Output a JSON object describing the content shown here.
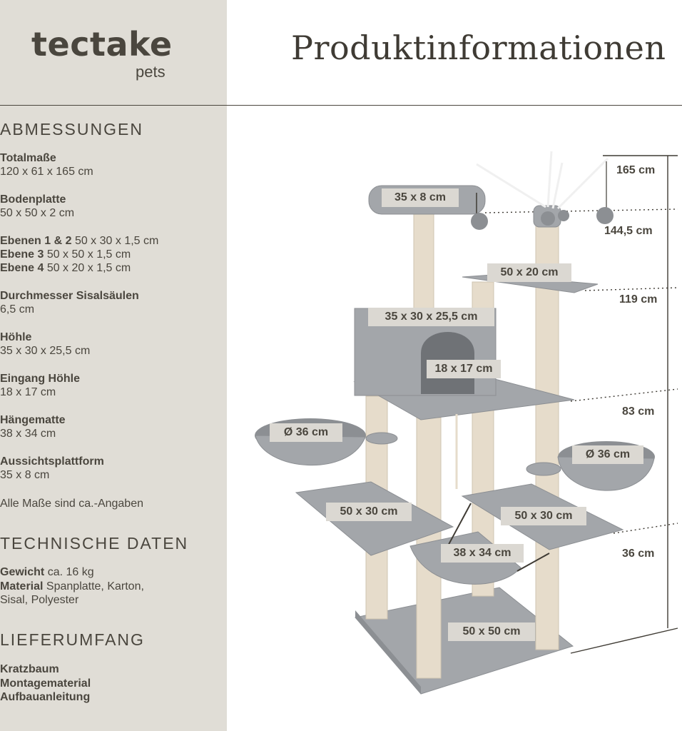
{
  "brand": {
    "name": "tectake",
    "sub": "pets"
  },
  "title": "Produktinformationen",
  "dimensions": {
    "heading": "ABMESSUNGEN",
    "total_label": "Totalmaße",
    "total_value": "120 x 61 x 165 cm",
    "base_label": "Bodenplatte",
    "base_value": "50 x 50 x 2 cm",
    "level12_label": "Ebenen 1 & 2",
    "level12_value": "50 x 30 x 1,5 cm",
    "level3_label": "Ebene 3",
    "level3_value": "50 x 50 x 1,5 cm",
    "level4_label": "Ebene 4",
    "level4_value": "50 x 20 x 1,5 cm",
    "post_label": "Durchmesser Sisalsäulen",
    "post_value": "6,5 cm",
    "cave_label": "Höhle",
    "cave_value": "35 x 30 x 25,5 cm",
    "entrance_label": "Eingang Höhle",
    "entrance_value": "18 x 17 cm",
    "hammock_label": "Hängematte",
    "hammock_value": "38 x 34 cm",
    "platform_label": "Aussichtsplattform",
    "platform_value": "35 x 8 cm",
    "note": "Alle Maße sind ca.-Angaben"
  },
  "technical": {
    "heading": "TECHNISCHE DATEN",
    "weight_label": "Gewicht",
    "weight_value": "ca. 16 kg",
    "material_label": "Material",
    "material_value_1": "Spanplatte, Karton,",
    "material_value_2": "Sisal, Polyester"
  },
  "delivery": {
    "heading": "LIEFERUMFANG",
    "items": [
      "Kratzbaum",
      "Montagematerial",
      "Aufbauanleitung"
    ]
  },
  "diagram": {
    "labels": {
      "top_platform": "35 x 8 cm",
      "level4": "50 x 20 cm",
      "cave": "35 x 30 x 25,5 cm",
      "entrance": "18 x 17 cm",
      "basket_left": "Ø 36 cm",
      "basket_right": "Ø 36 cm",
      "level_left": "50 x 30 cm",
      "level_right": "50 x 30 cm",
      "hammock": "38 x 34 cm",
      "base": "50 x 50 cm"
    },
    "heights": [
      "165 cm",
      "144,5 cm",
      "119 cm",
      "83 cm",
      "36 cm"
    ],
    "colors": {
      "plush": "#a3a6aa",
      "plush_dark": "#8c8f93",
      "plush_light": "#b6b9bd",
      "sisal": "#e6dccb",
      "sisal_shade": "#cfc4b0",
      "line": "#3f3b34"
    }
  }
}
